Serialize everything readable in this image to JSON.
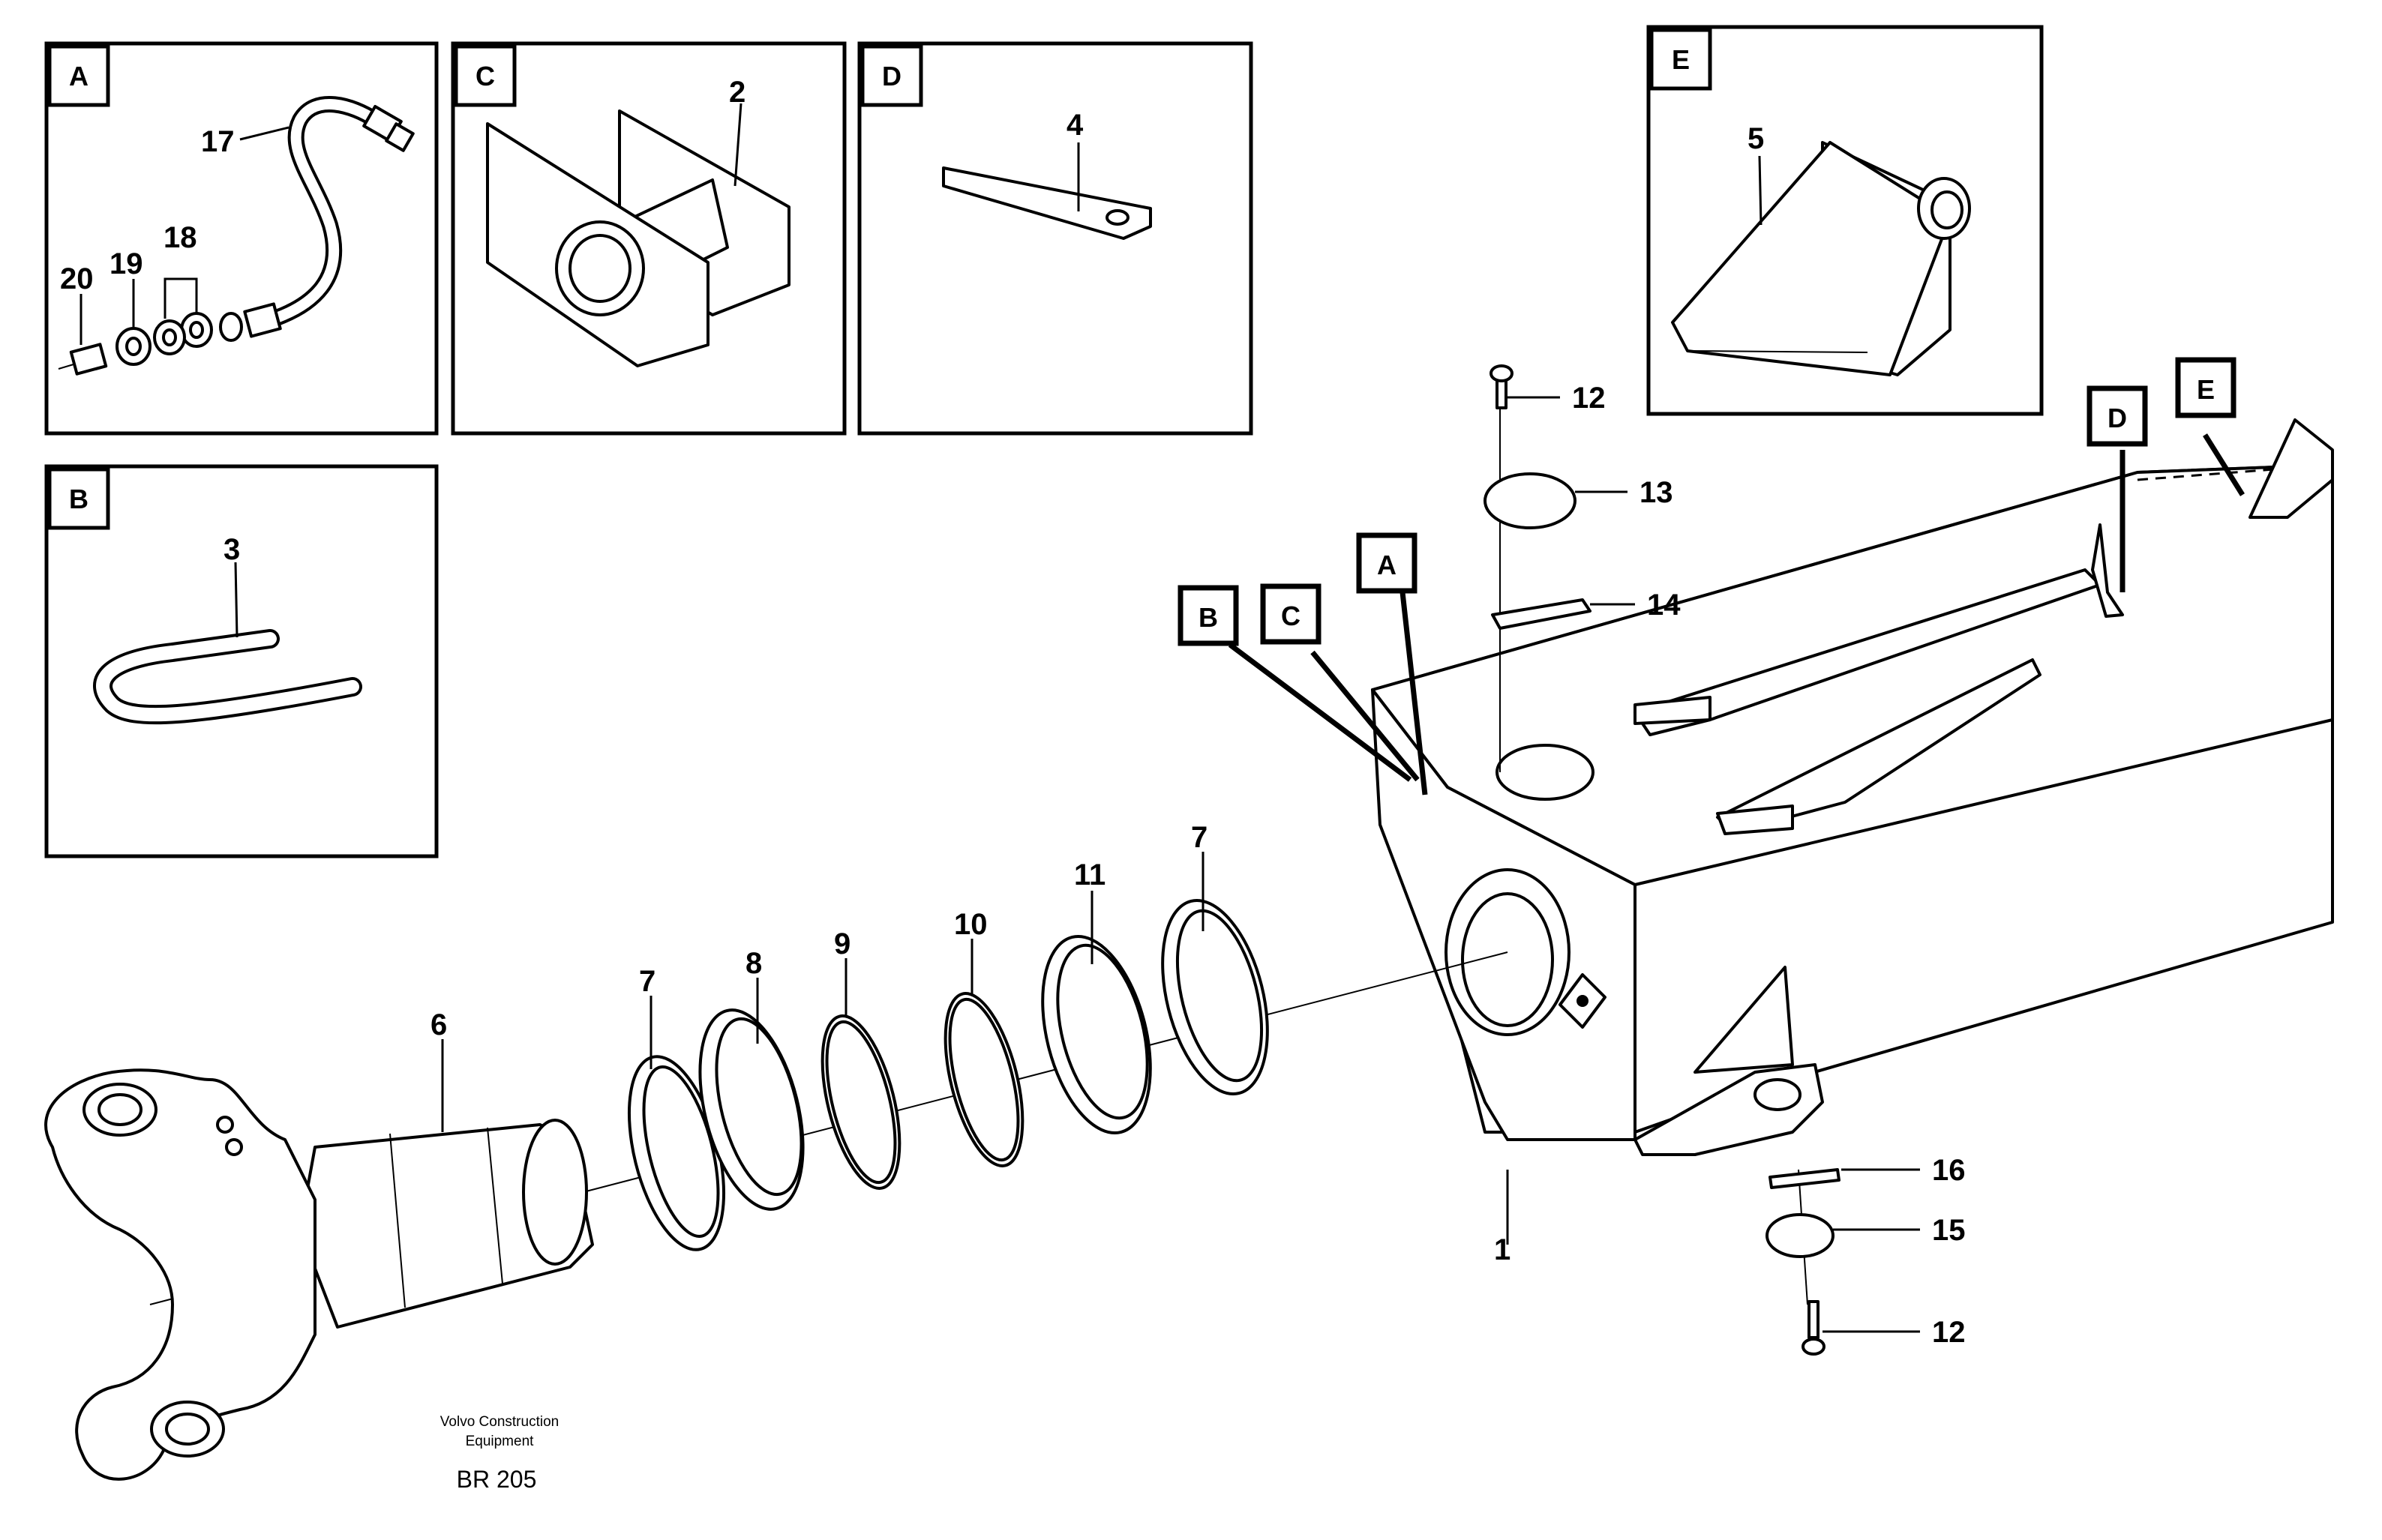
{
  "diagram": {
    "inset_labels": {
      "a": "A",
      "b": "B",
      "c": "C",
      "d": "D",
      "e": "E"
    },
    "callouts": {
      "n1": "1",
      "n2": "2",
      "n3": "3",
      "n4": "4",
      "n5": "5",
      "n6": "6",
      "n7a": "7",
      "n7b": "7",
      "n8": "8",
      "n9": "9",
      "n10": "10",
      "n11": "11",
      "n12a": "12",
      "n12b": "12",
      "n13": "13",
      "n14": "14",
      "n15": "15",
      "n16": "16",
      "n17": "17",
      "n18": "18",
      "n19": "19",
      "n20": "20"
    },
    "reference_tags": {
      "a": "A",
      "b": "B",
      "c": "C",
      "d": "D",
      "e": "E"
    },
    "credit_line1": "Volvo Construction",
    "credit_line2": "Equipment",
    "drawing_code": "BR 205"
  }
}
